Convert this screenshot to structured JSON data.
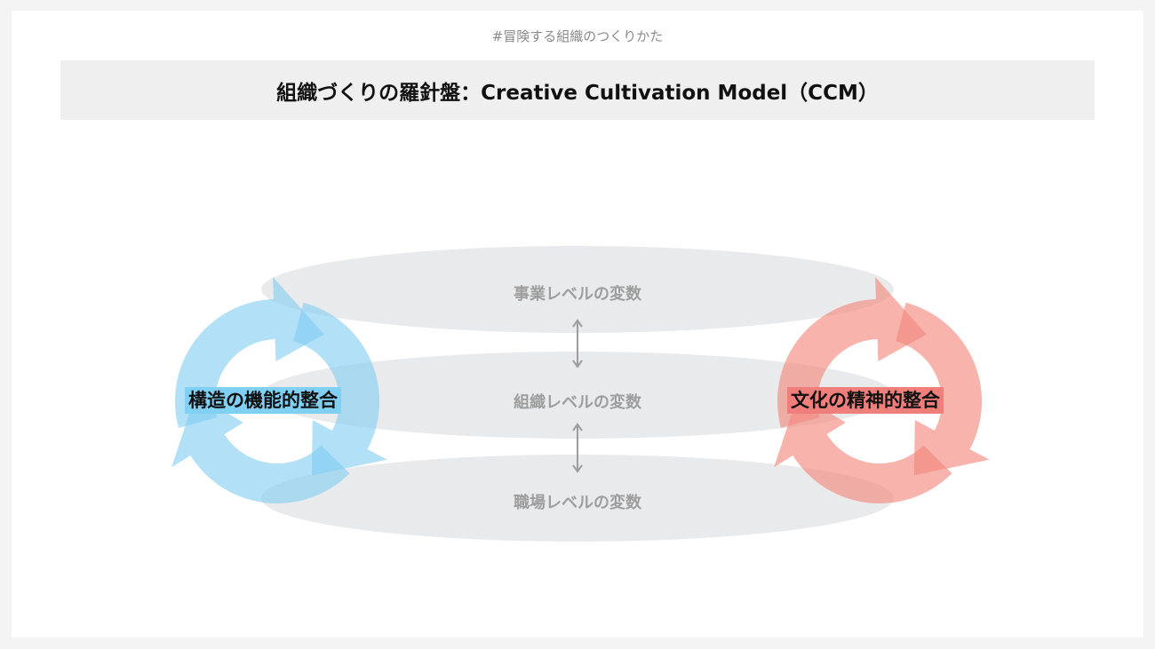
{
  "header": {
    "tag": "#冒険する組織のつくりかた",
    "title": "組織づくりの羅針盤：Creative Cultivation Model（CCM）"
  },
  "levels": [
    {
      "label": "事業レベルの変数"
    },
    {
      "label": "組織レベルの変数"
    },
    {
      "label": "職場レベルの変数"
    }
  ],
  "cycles": {
    "left": {
      "label": "構造の機能的整合",
      "color": "#7fcbf2",
      "label_bg": "#7fd0f3"
    },
    "right": {
      "label": "文化の精神的整合",
      "color": "#f28b80",
      "label_bg": "#f07f7c"
    }
  }
}
